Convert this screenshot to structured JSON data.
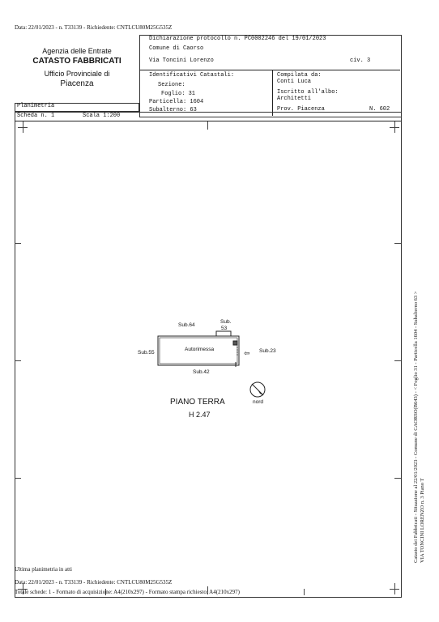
{
  "header_line": "Data: 22/01/2023 - n. T33139 - Richiedente: CNTLCU80M25G535Z",
  "agency": {
    "line1": "Agenzia delle Entrate",
    "line2": "CATASTO FABBRICATI",
    "line3": "Ufficio Provinciale di",
    "line4": "Piacenza"
  },
  "box": {
    "dichiarazione": "Dichiarazione protocollo n. PC0002246 del  19/01/2023",
    "comune": "Comune di Caorso",
    "via": "Via Toncini Lorenzo",
    "civ": "civ. 3",
    "identificativi_label": "Identificativi Catastali:",
    "sezione": "Sezione:",
    "foglio": "Foglio: 31",
    "particella": "Particella: 1604",
    "subalterno": "Subalterno: 63",
    "compilata_label": "Compilata da:",
    "compilata_name": "Conti Luca",
    "iscritto_label": "Iscritto all'albo:",
    "iscritto_value": "Architetti",
    "prov": "Prov. Piacenza",
    "numero": "N. 602"
  },
  "planimetria_label": "Planimetria",
  "scheda": "Scheda n. 1",
  "scala": "Scala 1:200",
  "plan": {
    "sub64": "Sub.64",
    "sub53a": "Sub.",
    "sub53b": "53",
    "sub55": "Sub.55",
    "autorimessa": "Autorimessa",
    "sub23": "Sub.23",
    "sub42": "Sub.42",
    "nord": "nord",
    "piano": "PIANO TERRA",
    "altezza": "H 2.47"
  },
  "side_text_1": "Catasto dei Fabbricati - Situazione al 22/01/2023 - Comune di CAORSO(B643) - < Foglio 31 - Particella 1604 - Subalterno 63 >",
  "side_text_2": "VIA TONCINI LORENZO n. 3 Piano T",
  "footer": {
    "ultima": "Ultima planimetria in atti",
    "data_line": "Data: 22/01/2023 - n. T33139 - Richiedente: CNTLCU80M25G535Z",
    "totale": "Totale schede: 1 - Formato di acquisizione: A4(210x297) - Formato stampa richiesto: A4(210x297)"
  }
}
